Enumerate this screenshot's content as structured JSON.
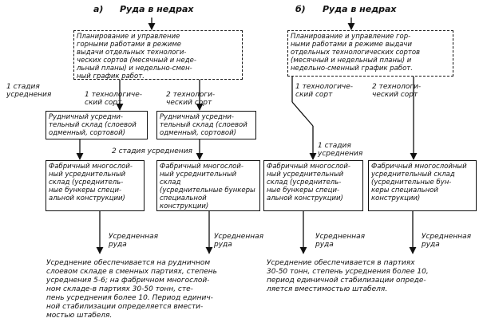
{
  "panel_a": {
    "label": "а)",
    "title": "Руда в недрах",
    "planning": "Планирование и управление\nгорными работами в режиме\nвыдачи отдельных технологи-\nческих сортов (месячный и неде-\nльный планы) и недельно-смен-\nный график работ.",
    "stage1": "1 стадия\nусреднения",
    "sort1": "1 технологиче-\nский сорт",
    "sort2": "2 технологи-\nческий сорт",
    "mine1": "Рудничный усредни-\nтельный склад (слоевой\nодменный, сортовой)",
    "mine2": "Рудничный усредни-\nтельный склад (слоевой\nодменный, сортовой)",
    "stage2": "2 стадия усреднения",
    "fact1": "Фабричный многослой-\nный усреднительный\nсклад (усреднитель-\nные бункеры специ-\nальной конструкции)",
    "fact2": "Фабричный многослой-\nный усреднительный склад\n(усреднительные бункеры\nспециальной конструкции)",
    "out1": "Усредненная\nруда",
    "out2": "Усредненная\nруда",
    "note": "Усреднение обеспечивается на рудничном\nслоевом складе в сменных партиях, степень\nусреднения 5-6; на фабричном многослой-\nном складе-в партиях 30-50 тонн, сте-\nпень усреднения более 10. Период единич-\nной стабилизации определяется вмести-\nмостью штабеля."
  },
  "panel_b": {
    "label": "б)",
    "title": "Руда в недрах",
    "planning": "Планирование и управление гор-\nными работами в режиме выдачи\nотдельных технологических сортов\n(месячный и недельный планы) и\nнедельно-сменный график работ.",
    "sort1": "1 технологиче-\nский сорт",
    "sort2": "2 технологи-\nческий сорт",
    "stage1": "1 стадия\nусреднения",
    "fact1": "Фабричный многослой-\nный усреднительный\nсклад (усреднитель-\nные бункеры специ-\nальной конструкции)",
    "fact2": "Фабричный многослойный\nусреднительный склад\n(усреднительные бун-\nкеры специальной\nконструкции)",
    "out1": "Усредненная\nруда",
    "out2": "Усредненная\nруда",
    "note": "Усреднение обеспечивается в партиях\n30-50 тонн, степень усреднения более 10,\nпериод единичной стабилизации опреде-\nляется вместимостью штабеля."
  }
}
